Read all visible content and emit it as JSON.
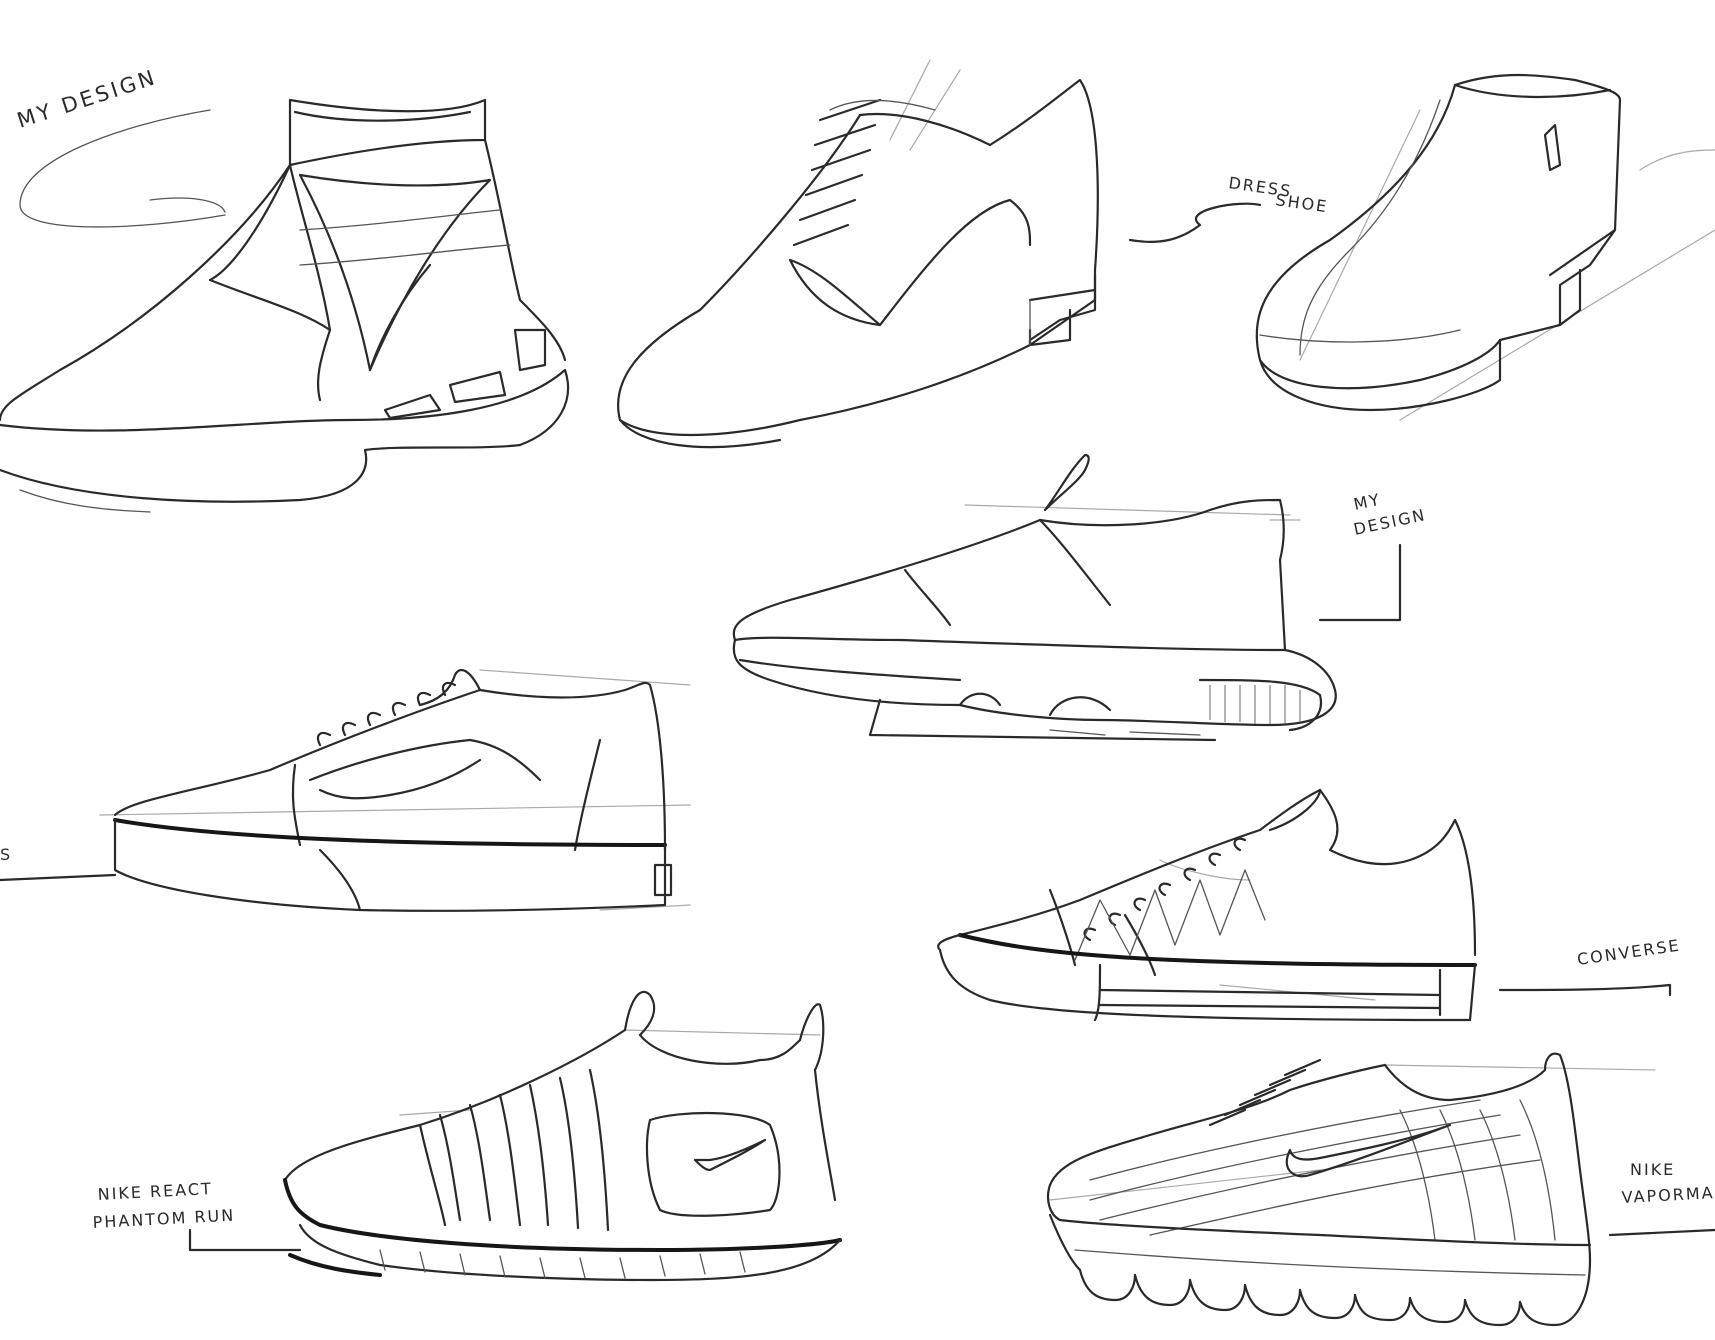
{
  "sheet": {
    "background": "#ffffff",
    "ink_color": "#2a2a2a",
    "annotations": {
      "my_design_1": "MY DESIGN",
      "dress_shoe_line1": "DRESS",
      "dress_shoe_line2": "SHOE",
      "my_design_2_line1": "MY",
      "my_design_2_line2": "DESIGN",
      "vans_fragment": "S",
      "converse": "CONVERSE",
      "nike_react_line1": "NIKE REACT",
      "nike_react_line2": "PHANTOM RUN",
      "nike_vapormax_line1": "NIKE",
      "nike_vapormax_line2": "VAPORMAX"
    },
    "sketches": [
      "high-top-knit-sneaker",
      "oxford-dress-shoe",
      "heeled-chelsea-boot",
      "slip-on-sneaker",
      "skate-shoe",
      "converse-low-top",
      "nike-react-phantom-run",
      "nike-vapormax"
    ]
  }
}
